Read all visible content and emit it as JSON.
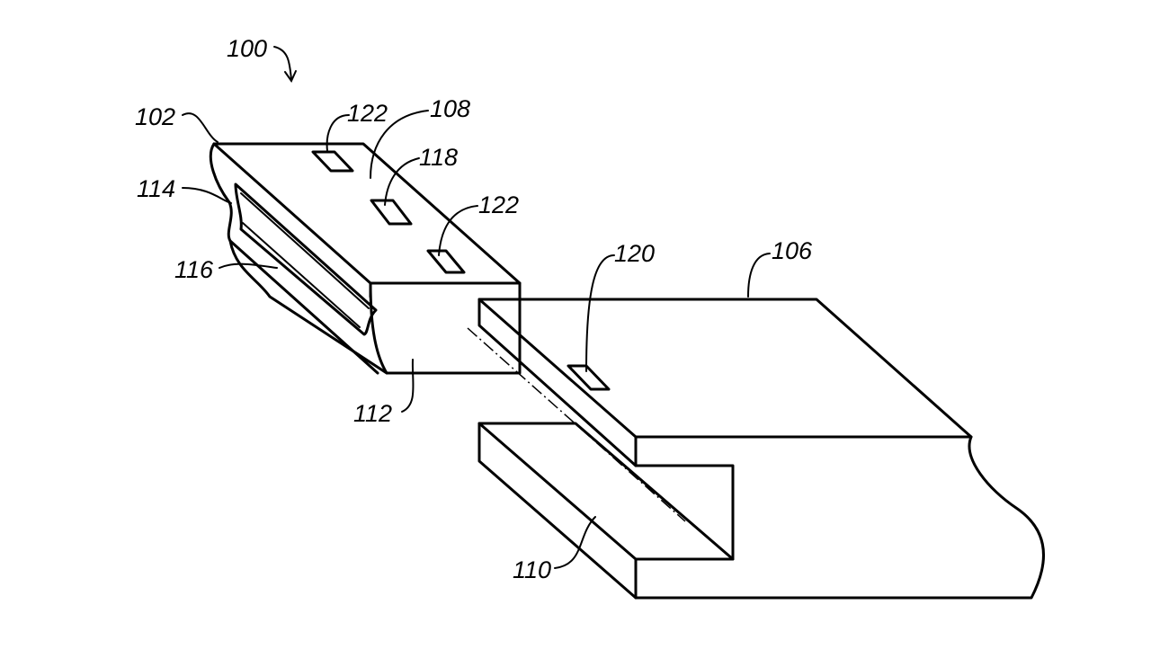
{
  "reference_numerals": {
    "r100": "100",
    "r102": "102",
    "r106": "106",
    "r108": "108",
    "r110": "110",
    "r112": "112",
    "r114": "114",
    "r116": "116",
    "r118": "118",
    "r120": "120",
    "r122_left": "122",
    "r122_right": "122"
  },
  "colors": {
    "line": "#000000",
    "background": "#ffffff"
  }
}
